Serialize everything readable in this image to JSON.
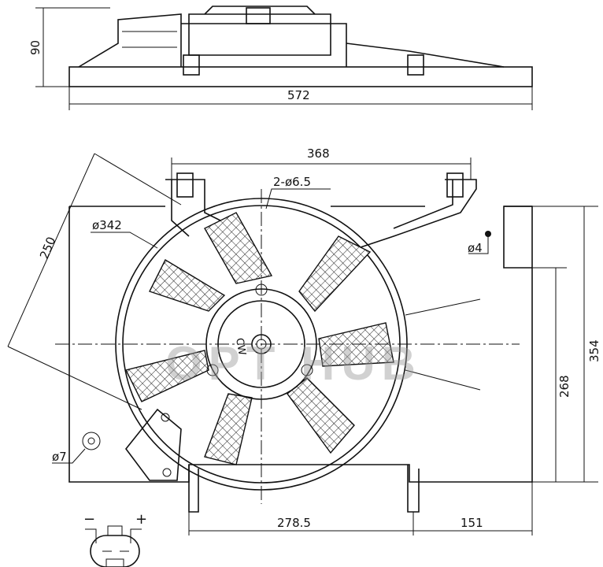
{
  "drawing": {
    "dimensions": {
      "height_top": "90",
      "width_overall": "572",
      "mount_span": "368",
      "mount_holes": "2-ø6.5",
      "fan_diameter": "ø342",
      "diag": "250",
      "hole_small": "ø4",
      "height_overall": "354",
      "height_partial": "268",
      "hole_left": "ø7",
      "offset_left": "278.5",
      "offset_right": "151"
    },
    "rotation_label": "CW",
    "connector": {
      "minus": "−",
      "plus": "+"
    },
    "watermark": "OPT HUB"
  }
}
